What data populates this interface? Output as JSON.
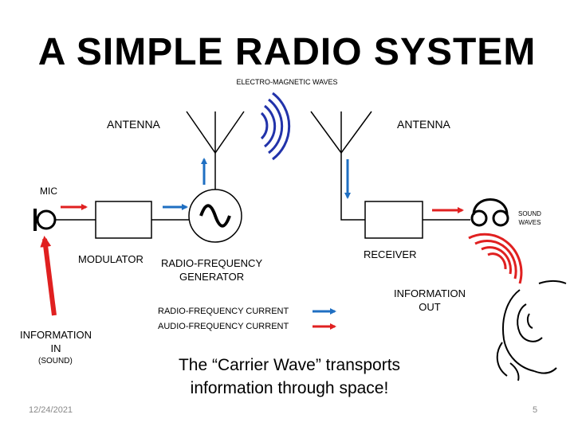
{
  "title": "A SIMPLE RADIO SYSTEM",
  "labels": {
    "em_waves": "ELECTRO-MAGNETIC WAVES",
    "antenna_left": "ANTENNA",
    "antenna_right": "ANTENNA",
    "mic": "MIC",
    "sound_waves_line1": "SOUND",
    "sound_waves_line2": "WAVES",
    "modulator": "MODULATOR",
    "rf_generator_line1": "RADIO-FREQUENCY",
    "rf_generator_line2": "GENERATOR",
    "receiver": "RECEIVER",
    "info_out_line1": "INFORMATION",
    "info_out_line2": "OUT",
    "info_in_line1": "INFORMATION",
    "info_in_line2": "IN",
    "sound": "(SOUND)"
  },
  "legend": {
    "rf_current": "RADIO-FREQUENCY CURRENT",
    "af_current": "AUDIO-FREQUENCY CURRENT"
  },
  "caption": "The “Carrier Wave” transports information through space!",
  "footer": {
    "date": "12/24/2021",
    "page": "5"
  },
  "colors": {
    "rf_arrow": "#1f6fc2",
    "af_arrow": "#e02020",
    "em_waves": "#2233aa",
    "sound_waves": "#e02020"
  }
}
